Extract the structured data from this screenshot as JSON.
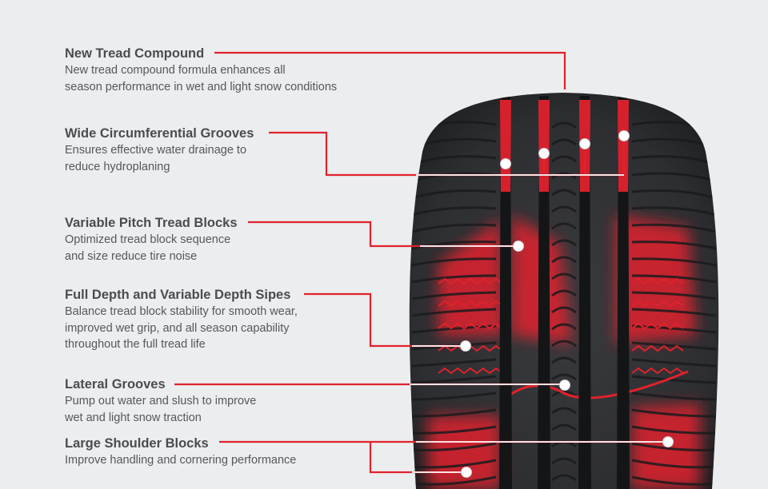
{
  "colors": {
    "background": "#ecedee",
    "accent": "#e0222d",
    "tire_rubber": "#2f3033",
    "title_text": "#4a4c4f",
    "body_text": "#55575a"
  },
  "features": [
    {
      "title": "New Tread Compound",
      "description": [
        "New tread compound formula enhances all",
        "season performance in wet and light snow conditions"
      ]
    },
    {
      "title": "Wide Circumferential Grooves",
      "description": [
        "Ensures effective water drainage to",
        "reduce hydroplaning"
      ]
    },
    {
      "title": "Variable Pitch Tread Blocks",
      "description": [
        "Optimized tread block sequence",
        "and size reduce tire noise"
      ]
    },
    {
      "title": "Full Depth and Variable Depth Sipes",
      "description": [
        "Balance tread block stability for smooth wear,",
        "improved wet grip, and all season capability",
        "throughout the full tread life"
      ]
    },
    {
      "title": "Lateral Grooves",
      "description": [
        "Pump out water and slush to improve",
        "wet and light snow traction"
      ]
    },
    {
      "title": "Large Shoulder Blocks",
      "description": [
        "Improve handling and cornering performance"
      ]
    }
  ]
}
